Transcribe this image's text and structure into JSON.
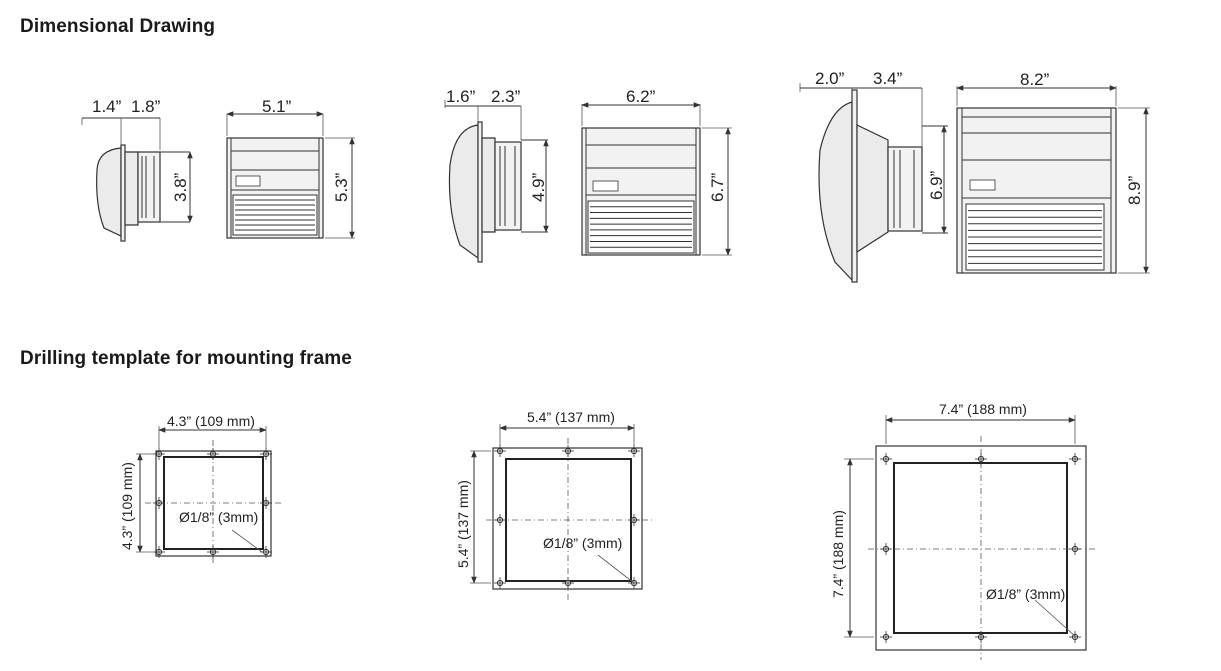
{
  "headings": {
    "dimensional": "Dimensional Drawing",
    "drilling": "Drilling template for mounting frame"
  },
  "units": [
    {
      "side_depth_a": "1.4”",
      "side_depth_b": "1.8”",
      "side_height": "3.8”",
      "front_width": "5.1”",
      "front_height": "5.3”"
    },
    {
      "side_depth_a": "1.6”",
      "side_depth_b": "2.3”",
      "side_height": "4.9”",
      "front_width": "6.2”",
      "front_height": "6.7”"
    },
    {
      "side_depth_a": "2.0”",
      "side_depth_b": "3.4”",
      "side_height": "6.9”",
      "front_width": "8.2”",
      "front_height": "8.9”"
    }
  ],
  "templates": [
    {
      "width": "4.3” (109 mm)",
      "height": "4.3” (109 mm)",
      "hole": "Ø1/8” (3mm)"
    },
    {
      "width": "5.4” (137 mm)",
      "height": "5.4” (137 mm)",
      "hole": "Ø1/8” (3mm)"
    },
    {
      "width": "7.4” (188 mm)",
      "height": "7.4” (188 mm)",
      "hole": "Ø1/8” (3mm)"
    }
  ]
}
